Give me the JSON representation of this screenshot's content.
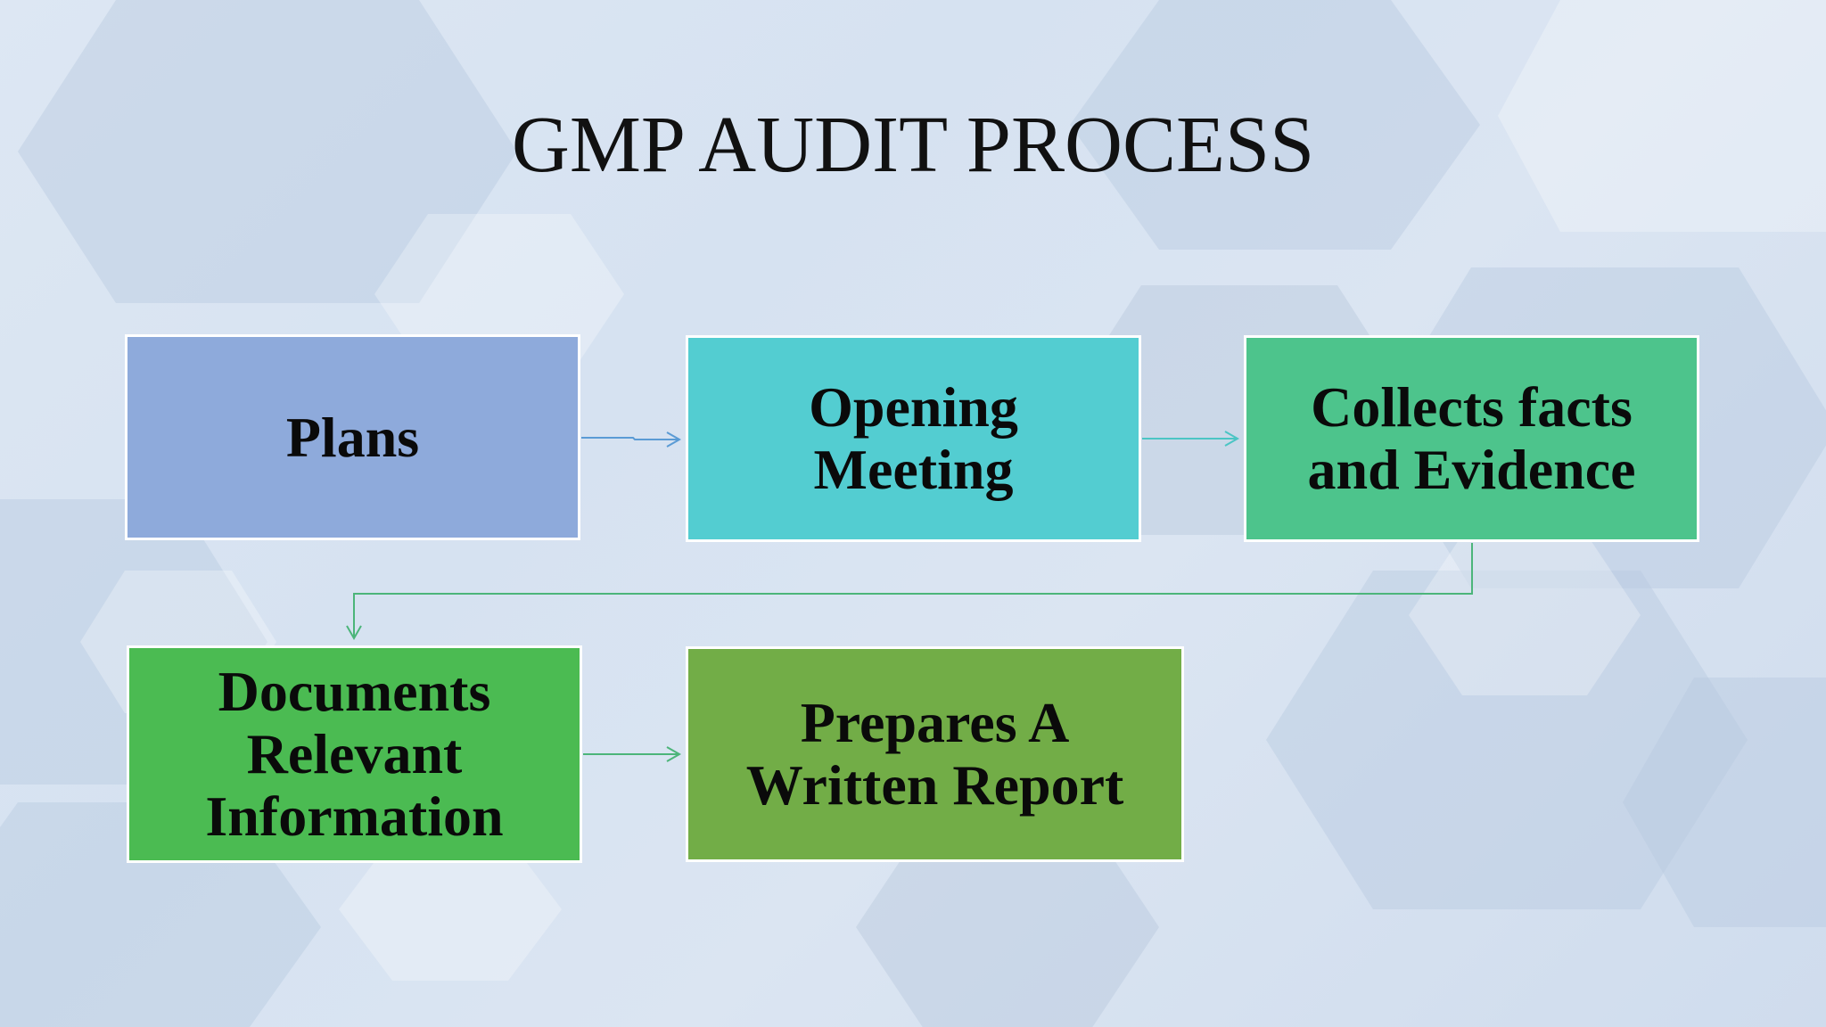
{
  "slide": {
    "title": "GMP AUDIT PROCESS"
  },
  "colors": {
    "plans": "#8eaadb",
    "opening": "#53cdd1",
    "collects": "#4dc48c",
    "documents": "#4bbb52",
    "report": "#72ad47",
    "connector_blue": "#5b9bd5",
    "connector_teal": "#4bc5c4",
    "connector_green": "#4cb57a",
    "text": "#0a0a0a"
  },
  "steps": [
    {
      "id": "plans",
      "label": "Plans"
    },
    {
      "id": "opening",
      "label": "Opening Meeting"
    },
    {
      "id": "collects",
      "label": "Collects facts and Evidence"
    },
    {
      "id": "documents",
      "label": "Documents Relevant Information"
    },
    {
      "id": "report",
      "label": "Prepares A Written Report"
    }
  ],
  "connections": [
    {
      "from": "Plans",
      "to": "Opening Meeting"
    },
    {
      "from": "Opening Meeting",
      "to": "Collects facts and Evidence"
    },
    {
      "from": "Collects facts and Evidence",
      "to": "Documents Relevant Information"
    },
    {
      "from": "Documents Relevant Information",
      "to": "Prepares A Written Report"
    }
  ]
}
